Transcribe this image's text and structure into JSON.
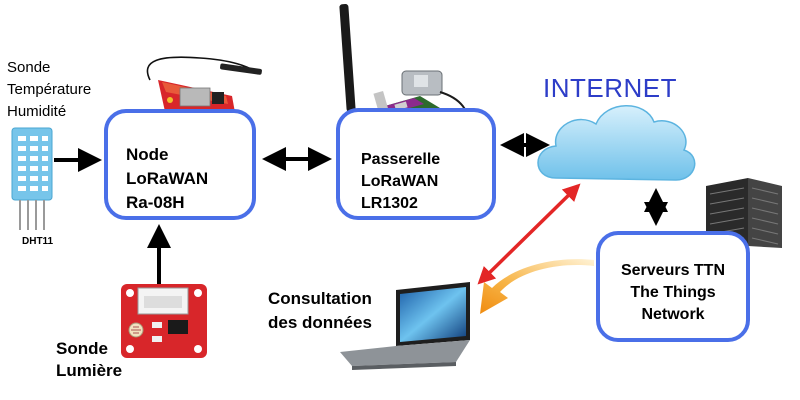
{
  "sensors": {
    "temp_humidity": [
      "Sonde",
      "Température",
      "Humidité"
    ],
    "temp_model": "DHT11",
    "light": [
      "Sonde",
      "Lumière"
    ]
  },
  "node": {
    "lines": [
      "Node",
      "LoRaWAN",
      "Ra-08H"
    ]
  },
  "gateway": {
    "lines": [
      "Passerelle",
      "LoRaWAN",
      "LR1302"
    ]
  },
  "cloud": {
    "label": "INTERNET"
  },
  "servers": {
    "lines": [
      "Serveurs TTN",
      "The Things",
      "Network"
    ]
  },
  "consultation": {
    "lines": [
      "Consultation",
      "des données"
    ]
  },
  "colors": {
    "box_border": "#4a6fe8",
    "internet_text": "#2d3dc8",
    "link_arrow": "#000000",
    "data_arrow": "#e32626",
    "flow_arrow": "#f39a1c",
    "pcb_red": "#d8262a",
    "cloud_fill": "#8fd0f2"
  },
  "icons": {
    "temp_sensor": "dht11-sensor-icon",
    "node_board": "lora-node-board-icon",
    "gateway_board": "gateway-board-icon",
    "gps_antenna": "gps-antenna-icon",
    "cloud": "cloud-icon",
    "server_rack": "server-rack-icon",
    "laptop": "laptop-icon",
    "light_sensor": "light-sensor-module-icon"
  }
}
